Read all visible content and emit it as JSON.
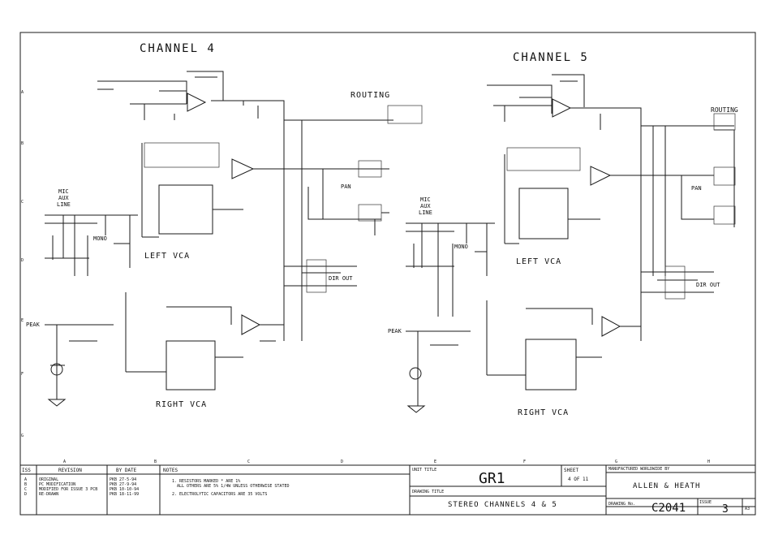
{
  "channel4": {
    "title": "CHANNEL 4",
    "routing": "ROUTING",
    "input_labels": [
      "MIC",
      "AUX",
      "LINE"
    ],
    "mono": "MONO",
    "pan": "PAN",
    "dir_out": "DIR OUT",
    "peak": "PEAK",
    "left_vca": "LEFT VCA",
    "right_vca": "RIGHT VCA"
  },
  "channel5": {
    "title": "CHANNEL 5",
    "routing": "ROUTING",
    "input_labels": [
      "MIC",
      "AUX",
      "LINE"
    ],
    "mono": "MONO",
    "pan": "PAN",
    "dir_out": "DIR OUT",
    "peak": "PEAK",
    "left_vca": "LEFT VCA",
    "right_vca": "RIGHT VCA"
  },
  "grid": {
    "columns": [
      "A",
      "B",
      "C",
      "D",
      "E",
      "F",
      "G",
      "H"
    ],
    "rows": [
      "A",
      "B",
      "C",
      "D",
      "E",
      "F",
      "G"
    ]
  },
  "title_block": {
    "iss_header": "ISS",
    "revision_header": "REVISION",
    "by_date_header": "BY DATE",
    "notes_header": "NOTES",
    "revisions": [
      {
        "iss": "A",
        "revision": "ORIGINAL",
        "by_date": "PKB 27-5-94"
      },
      {
        "iss": "B",
        "revision": "PC MODIFICATION",
        "by_date": "PKB 27-9-94"
      },
      {
        "iss": "C",
        "revision": "MODIFIED FOR ISSUE 3 PCB",
        "by_date": "PKB 10-10-94"
      },
      {
        "iss": "D",
        "revision": "RE-DRAWN",
        "by_date": "PKB 18-11-99"
      }
    ],
    "notes": [
      "1. RESISTORS MARKED * ARE 1%",
      "ALL OTHERS ARE 5% 1/4W UNLESS OTHERWISE STATED",
      "2. ELECTROLYTIC CAPACITORS ARE 35 VOLTS"
    ],
    "unit_title_label": "UNIT TITLE",
    "unit_title": "GR1",
    "sheet_label": "SHEET",
    "sheet_value": "4 OF 11",
    "drawing_title_label": "DRAWING TITLE",
    "drawing_title": "STEREO CHANNELS 4 & 5",
    "manufacturer_label": "MANUFACTURED WORLDWIDE BY",
    "manufacturer": "ALLEN & HEATH",
    "drawing_no_label": "DRAWING No.",
    "drawing_no": "C2041",
    "issue_label": "ISSUE",
    "issue_value": "3",
    "size": "A3"
  }
}
